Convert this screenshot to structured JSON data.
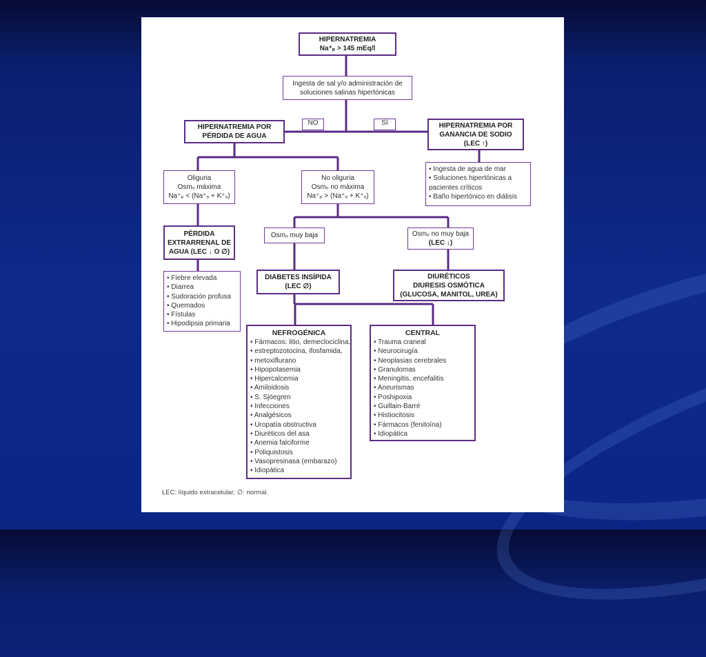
{
  "nodes": {
    "root": [
      "HIPERNATREMIA",
      "Na⁺ₚ > 145 mEq/l"
    ],
    "question": [
      "Ingesta de sal y/o administración de",
      "soluciones salinas hipertónicas"
    ],
    "answer_no": "NO",
    "answer_si": "SÍ",
    "loss": [
      "HIPERNATREMIA POR",
      "PÉRDIDA DE AGUA"
    ],
    "gain": [
      "HIPERNATREMIA POR",
      "GANANCIA DE SODIO",
      "(LEC ↑)"
    ],
    "gain_causes": [
      "Ingesta de agua de mar",
      "Soluciones hipertónicas a pacientes críticos",
      "Baño hipertónico en diálisis"
    ],
    "oliguria": [
      "Oliguria",
      "Osmₒ máxima",
      "Na⁺ₚ < (Na⁺ₒ + K⁺ₒ)"
    ],
    "no_oliguria": [
      "No oliguria",
      "Osmₒ no máxima",
      "Na⁺ₚ > (Na⁺ₒ + K⁺ₒ)"
    ],
    "extrarrenal": [
      "PÉRDIDA",
      "EXTRARRENAL DE",
      "AGUA (LEC ↓ O ∅)"
    ],
    "extrarrenal_causes": [
      "Fiebre elevada",
      "Diarrea",
      "Sudoración profusa",
      "Quemados",
      "Fístulas",
      "Hipodipsia primaria"
    ],
    "osm_muy_baja": "Osmₒ muy baja",
    "osm_no_muy_baja": [
      "Osmₒ no muy baja",
      "(LEC ↓)"
    ],
    "diabetes": [
      "DIABETES INSÍPIDA",
      "(LEC ∅)"
    ],
    "diureticos": [
      "DIURÉTICOS",
      "DIURESIS OSMÓTICA",
      "(GLUCOSA, MANITOL, UREA)"
    ],
    "nefrogenica_title": "NEFROGÉNICA",
    "nefrogenica_items": [
      "Fármacos: litio, demeclociclina,",
      "estreptozotocina, ifosfamida,",
      "metoxiflurano",
      "Hipopotasemia",
      "Hipercalcemia",
      "Amiloidosis",
      "S. Sjöegren",
      "Infecciones",
      "Analgésicos",
      "Uropatía obstructiva",
      "Diuréticos del asa",
      "Anemia falciforme",
      "Poliquistosis",
      "Vasopresinasa (embarazo)",
      "Idiopática"
    ],
    "central_title": "CENTRAL",
    "central_items": [
      "Trauma craneal",
      "Neurocirugía",
      "Neoplasias cerebrales",
      "Granulomas",
      "Meningitis, encefalitis",
      "Aneurismas",
      "Poshipoxia",
      "Guillain-Barré",
      "Histiocitosis",
      "Fármacos (fenitoína)",
      "Idiopática"
    ]
  },
  "footnote": "LEC: líquido extracelular; ∅: normal.",
  "colors": {
    "line": "#5b2a86",
    "background": "#0d2a8c",
    "paper": "#ffffff"
  }
}
